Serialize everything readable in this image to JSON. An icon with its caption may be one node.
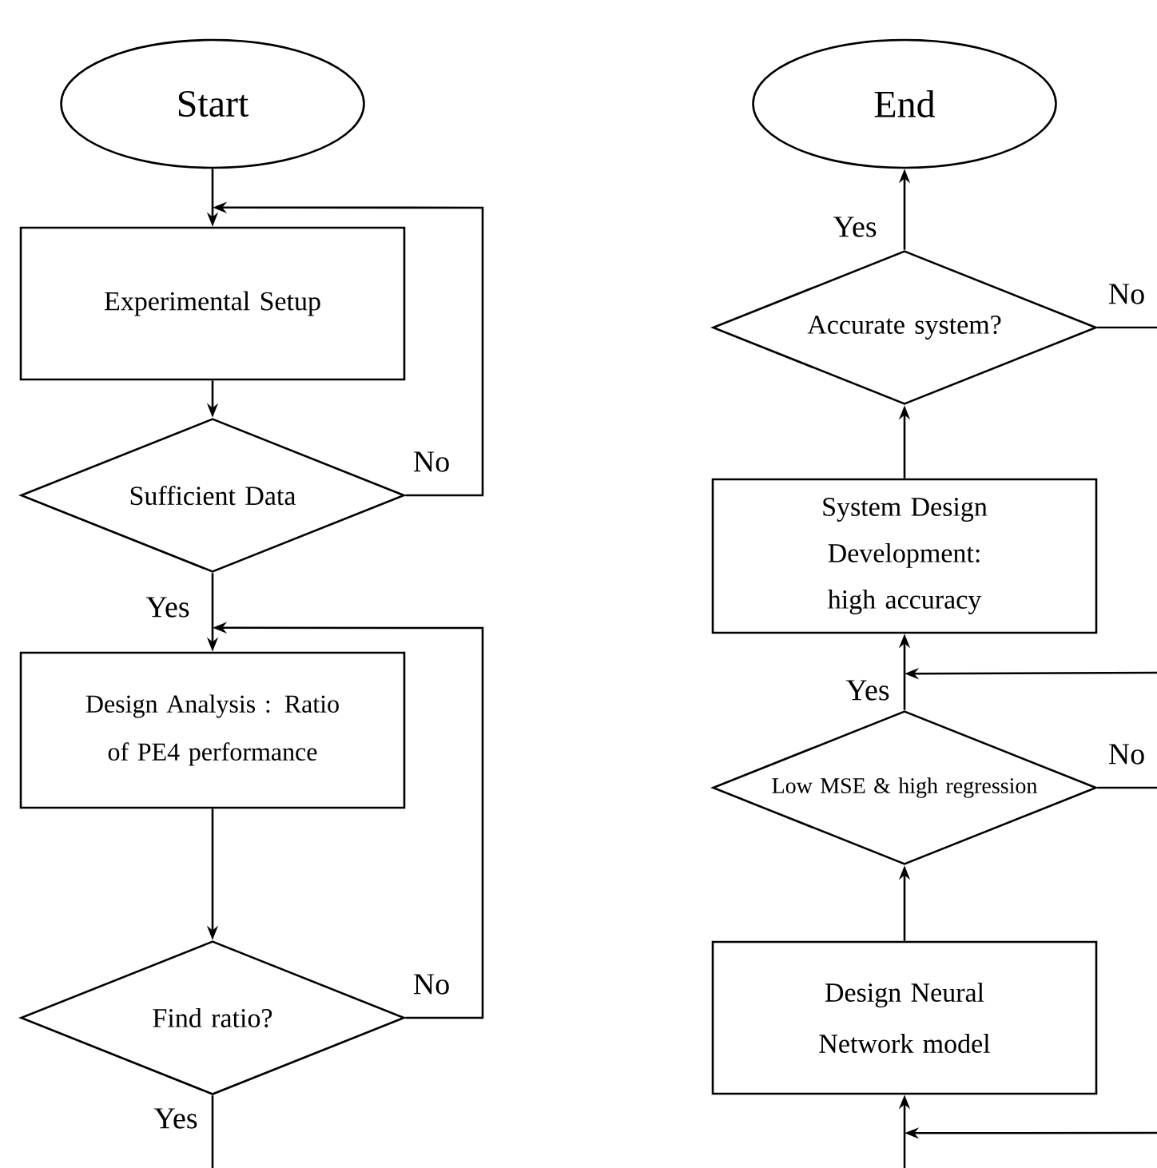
{
  "diagram": {
    "nodes": [
      {
        "text": [
          "Start"
        ]
      },
      {
        "text": [
          "Experimental Setup"
        ]
      },
      {
        "text": [
          "Sufficient Data"
        ]
      },
      {
        "text": [
          "Design Analysis : Ratio of PE4 performance"
        ]
      },
      {
        "text": [
          "Find ratio?"
        ]
      },
      {
        "text": [
          "End"
        ]
      },
      {
        "text": [
          "Accurate system?"
        ]
      },
      {
        "text": [
          "System Design Development: high accuracy"
        ]
      },
      {
        "text": [
          "Low MSE & high regression"
        ]
      },
      {
        "text": [
          "Design Neural Network model"
        ]
      }
    ],
    "edges": [
      {
        "from": 0,
        "to": 1,
        "arrow": "to"
      },
      {
        "from": 1,
        "to": 2,
        "arrow": "to"
      },
      {
        "from": 2,
        "to": 1,
        "arrow": "to",
        "label": "No"
      },
      {
        "from": 2,
        "to": 3,
        "arrow": "to",
        "label": "Yes"
      },
      {
        "from": 3,
        "to": 4,
        "arrow": "to"
      },
      {
        "from": 4,
        "to": 3,
        "arrow": "to",
        "label": "No"
      },
      {
        "from": 4,
        "to": null,
        "arrow": "none",
        "label": "Yes"
      },
      {
        "from": 6,
        "to": 5,
        "arrow": "to",
        "label": "Yes"
      },
      {
        "from": 6,
        "to": null,
        "arrow": "none",
        "label": "No"
      },
      {
        "from": 7,
        "to": 6,
        "arrow": "to"
      },
      {
        "from": 8,
        "to": 7,
        "arrow": "to",
        "label": "Yes"
      },
      {
        "from": null,
        "to": 7,
        "arrow": "to"
      },
      {
        "from": 8,
        "to": null,
        "arrow": "none",
        "label": "No"
      },
      {
        "from": 9,
        "to": 8,
        "arrow": "to"
      },
      {
        "from": null,
        "to": 9,
        "arrow": "to"
      },
      {
        "from": null,
        "to": 9,
        "arrow": "to"
      }
    ]
  }
}
